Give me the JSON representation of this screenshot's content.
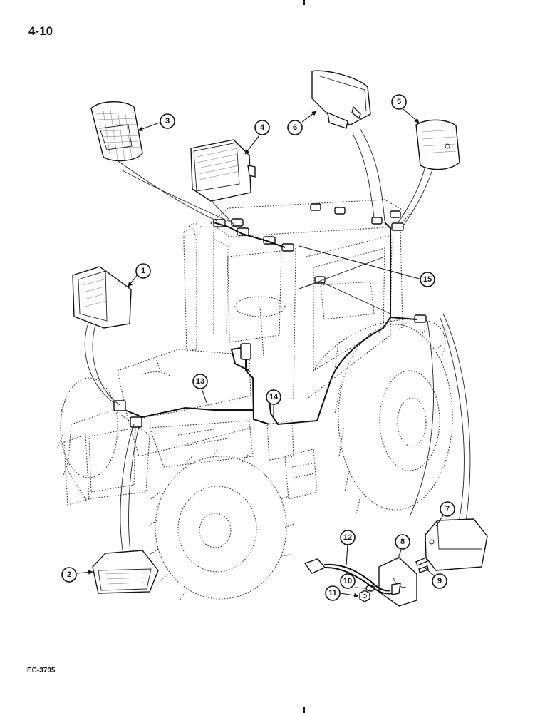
{
  "page": {
    "number": "4-10",
    "figure_code": "EC-3705"
  },
  "callouts": [
    "1",
    "2",
    "3",
    "4",
    "5",
    "6",
    "7",
    "8",
    "9",
    "10",
    "11",
    "12",
    "13",
    "14",
    "15"
  ],
  "colors": {
    "ink": "#111111",
    "paper": "#ffffff"
  }
}
